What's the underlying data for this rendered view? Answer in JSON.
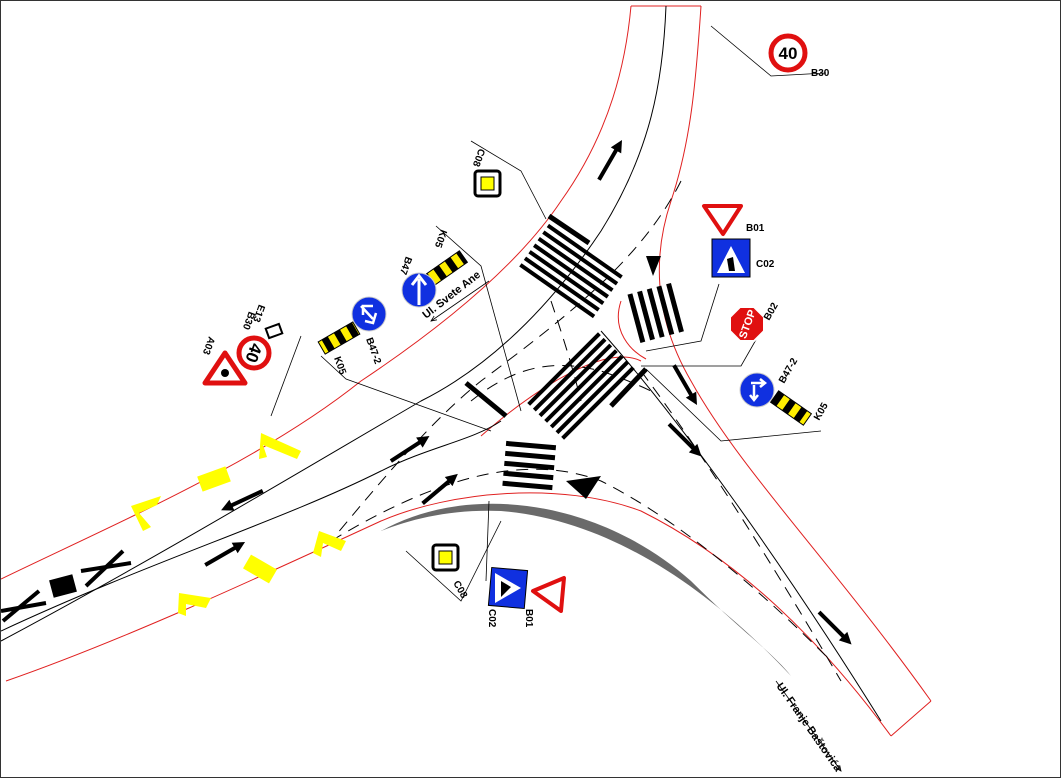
{
  "streets": {
    "north_west": "Ul. Svete Ane",
    "south_east": "Ul. Franje Baštovića"
  },
  "signs": {
    "b30_top": {
      "code": "B30",
      "value": "40"
    },
    "c08_north": {
      "code": "C08"
    },
    "b47_north": {
      "code": "B47"
    },
    "k05_north": {
      "code": "K05"
    },
    "b47_2_west": {
      "code": "B47-2"
    },
    "k05_west": {
      "code": "K05"
    },
    "a03_west": {
      "code": "A03"
    },
    "b30_west": {
      "code": "B30",
      "value": "40"
    },
    "e13_west": {
      "code": "E13"
    },
    "b01_east": {
      "code": "B01"
    },
    "c02_east": {
      "code": "C02"
    },
    "b02_east": {
      "code": "B02",
      "text": "STOP"
    },
    "b47_2_east": {
      "code": "B47-2"
    },
    "k05_east": {
      "code": "K05"
    },
    "c08_south": {
      "code": "C08"
    },
    "c02_south": {
      "code": "C02"
    },
    "b01_south": {
      "code": "B01"
    }
  },
  "colors": {
    "road_edge": "#e02020",
    "sign_red": "#e01010",
    "sign_blue": "#1030e0",
    "marking_yellow": "#ffff00",
    "shade": "#6a6a6a"
  }
}
